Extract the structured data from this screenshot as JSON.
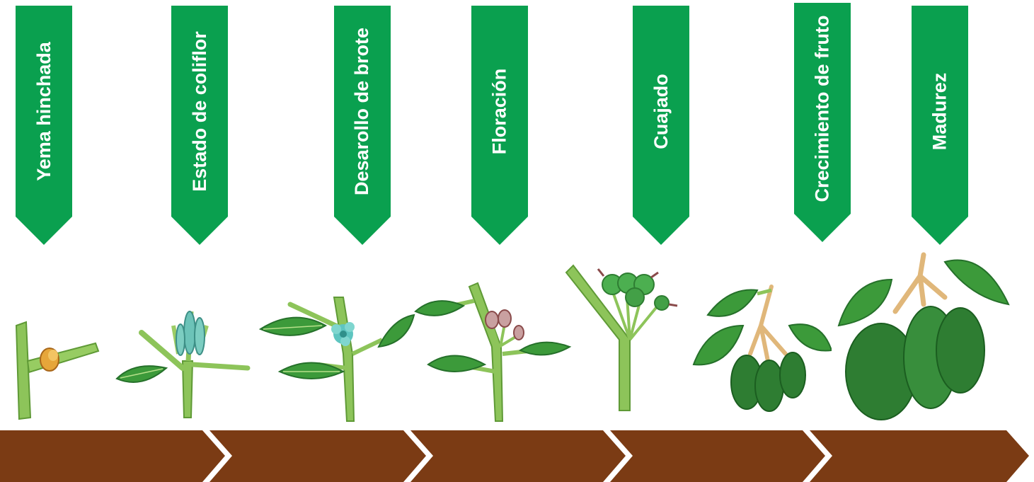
{
  "stages": [
    {
      "label": "Yema hinchada",
      "illustration": "swollen-bud"
    },
    {
      "label": "Estado de coliflor",
      "illustration": "cauliflower-stage-shoot"
    },
    {
      "label": "Desarollo de brote",
      "illustration": "shoot-development"
    },
    {
      "label": "Floración",
      "illustration": "flowering"
    },
    {
      "label": "Cuajado",
      "illustration": "fruit-set"
    },
    {
      "label": "Crecimiento de fruto",
      "illustration": "fruit-growth"
    },
    {
      "label": "Madurez",
      "illustration": "ripe-avocados"
    }
  ],
  "colors": {
    "banner": "#0aa04f",
    "timeline": "#7b3b14",
    "leaf": "#3c9a3a",
    "stem": "#9ccc65",
    "avocado": "#2e7d32"
  },
  "timeline_segments": 5
}
